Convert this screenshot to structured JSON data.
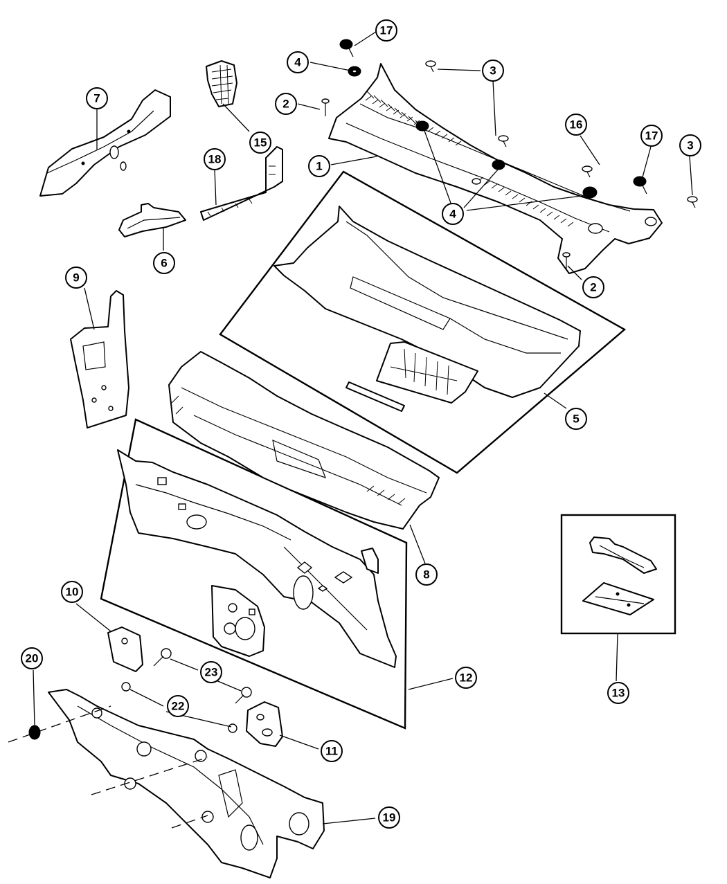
{
  "callouts": [
    {
      "id": "c17a",
      "label": "17"
    },
    {
      "id": "c4a",
      "label": "4"
    },
    {
      "id": "c3a",
      "label": "3"
    },
    {
      "id": "c2a",
      "label": "2"
    },
    {
      "id": "c7",
      "label": "7"
    },
    {
      "id": "c15",
      "label": "15"
    },
    {
      "id": "c16",
      "label": "16"
    },
    {
      "id": "c17b",
      "label": "17"
    },
    {
      "id": "c3b",
      "label": "3"
    },
    {
      "id": "c1",
      "label": "1"
    },
    {
      "id": "c18",
      "label": "18"
    },
    {
      "id": "c4b",
      "label": "4"
    },
    {
      "id": "c6",
      "label": "6"
    },
    {
      "id": "c2b",
      "label": "2"
    },
    {
      "id": "c9",
      "label": "9"
    },
    {
      "id": "c5",
      "label": "5"
    },
    {
      "id": "c8",
      "label": "8"
    },
    {
      "id": "c10",
      "label": "10"
    },
    {
      "id": "c20",
      "label": "20"
    },
    {
      "id": "c23",
      "label": "23"
    },
    {
      "id": "c12",
      "label": "12"
    },
    {
      "id": "c13",
      "label": "13"
    },
    {
      "id": "c22",
      "label": "22"
    },
    {
      "id": "c11",
      "label": "11"
    },
    {
      "id": "c19",
      "label": "19"
    }
  ]
}
